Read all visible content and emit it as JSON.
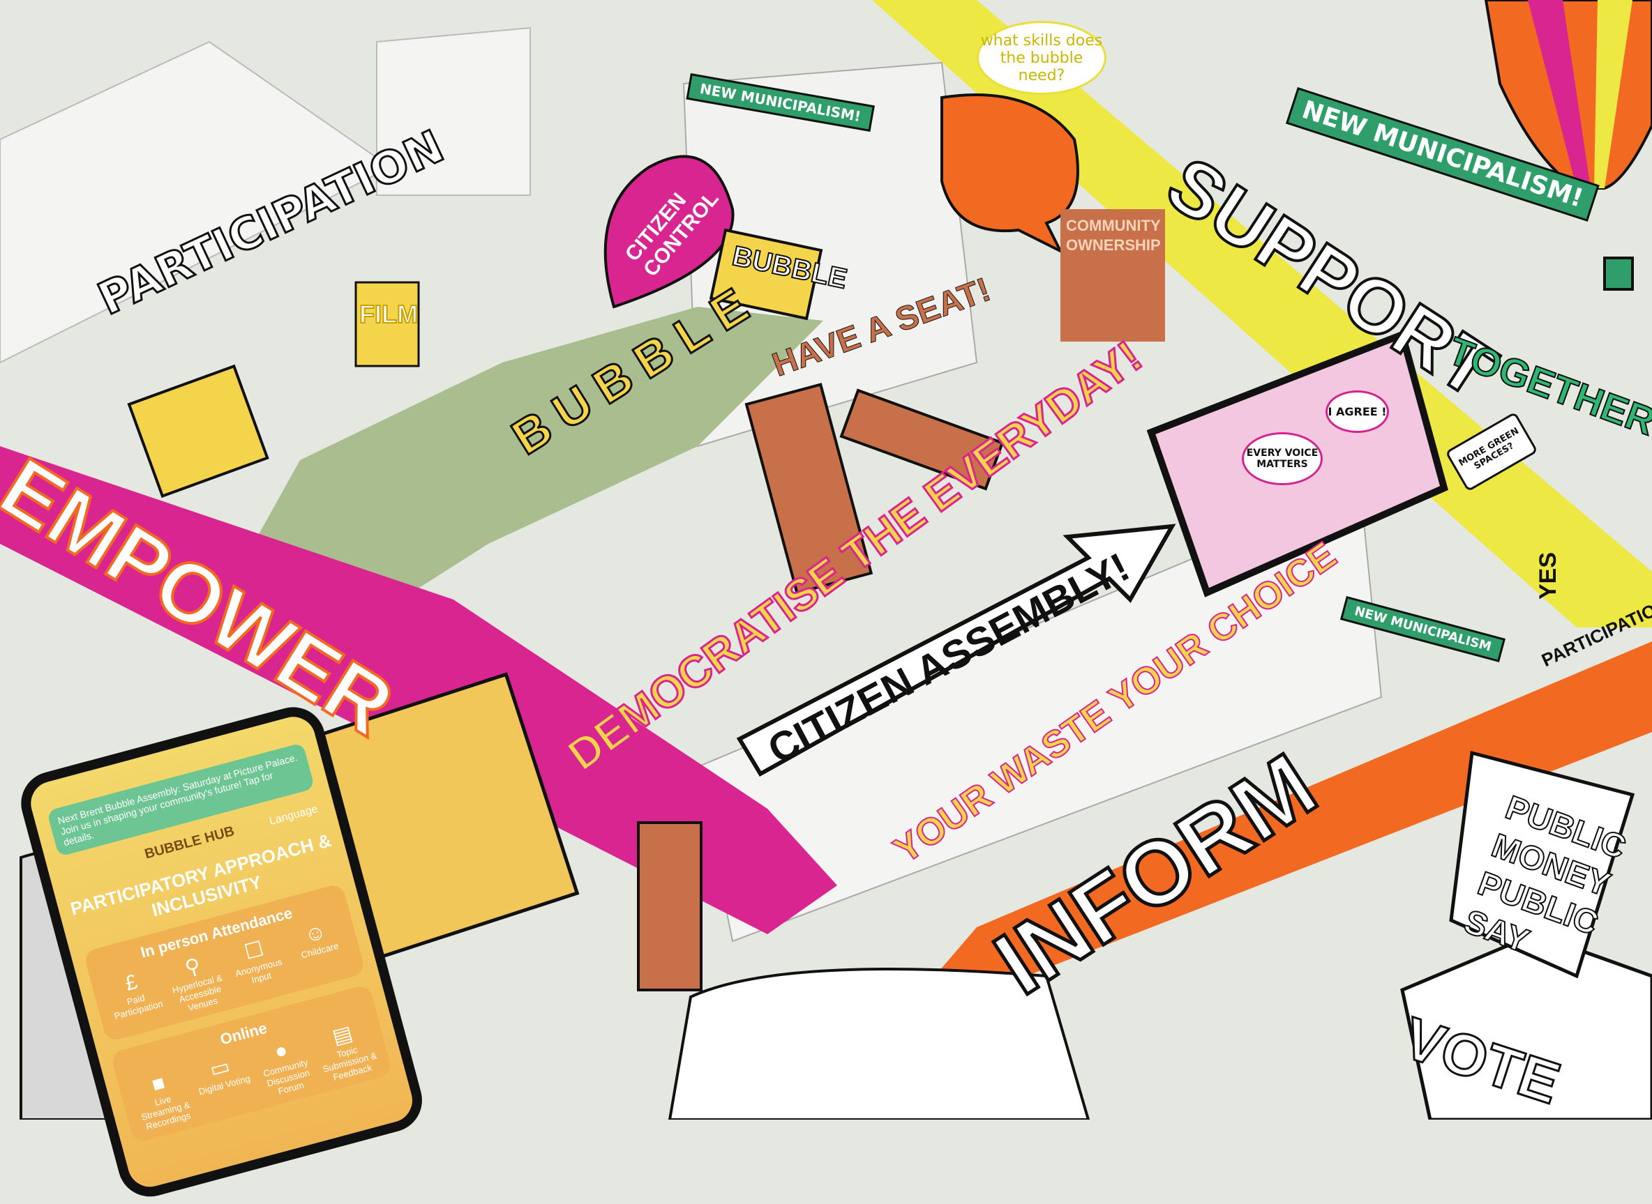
{
  "slogans": {
    "participation": "PARTICIPATION",
    "empower": "EMPOWER",
    "inform": "INFORM",
    "support": "SUPPORT",
    "together": "TOGETHER",
    "democratise": "DEMOCRATISE THE EVERYDAY!",
    "citizen_assembly": "CITIZEN ASSEMBLY!",
    "your_waste": "YOUR WASTE YOUR CHOICE",
    "bubble_letters": "BUBBLE",
    "citizen_control": "CITIZEN CONTROL",
    "bubble_billboard": "BUBBLE",
    "have_a_seat": "HAVE A SEAT!",
    "community_ownership": "COMMUNITY OWNERSHIP",
    "film": "FILM",
    "what_skills": "what skills does the bubble need?",
    "public_money": "PUBLIC MONEY PUBLIC SAY",
    "vote": "VOTE",
    "bus_participation": "PARTICIPATION",
    "yes": "YES"
  },
  "flags": [
    "NEW MUNICIPALISM!",
    "NEW MUNICIPALISM!",
    "NEW MUNICIPALISM"
  ],
  "screen": {
    "every_voice": "EVERY VOICE MATTERS",
    "i_agree": "I AGREE !",
    "more_green": "MORE GREEN SPACES?"
  },
  "phone": {
    "notice": "Next Brent Bubble Assembly: Saturday at Picture Palace. Join us in shaping your community's future! Tap for details.",
    "hub": "BUBBLE HUB",
    "language": "Language",
    "title": "PARTICIPATORY APPROACH & INCLUSIVITY",
    "in_person": {
      "heading": "In person Attendance",
      "items": [
        {
          "icon": "paid-icon",
          "label": "Paid Participation"
        },
        {
          "icon": "location-icon",
          "label": "Hyperlocal & Accessible Venues"
        },
        {
          "icon": "ballot-icon",
          "label": "Anonymous Input"
        },
        {
          "icon": "childcare-icon",
          "label": "Childcare"
        }
      ]
    },
    "online": {
      "heading": "Online",
      "items": [
        {
          "icon": "camera-icon",
          "label": "Live Streaming & Recordings"
        },
        {
          "icon": "monitor-icon",
          "label": "Digital Voting"
        },
        {
          "icon": "chat-icon",
          "label": "Community Discussion Forum"
        },
        {
          "icon": "document-icon",
          "label": "Topic Submission & Feedback"
        }
      ]
    }
  },
  "colors": {
    "pink": "#d9258f",
    "orange": "#f26a22",
    "yellow": "#ede843",
    "green": "#2f9e6a",
    "grass": "#a9bd8e"
  }
}
